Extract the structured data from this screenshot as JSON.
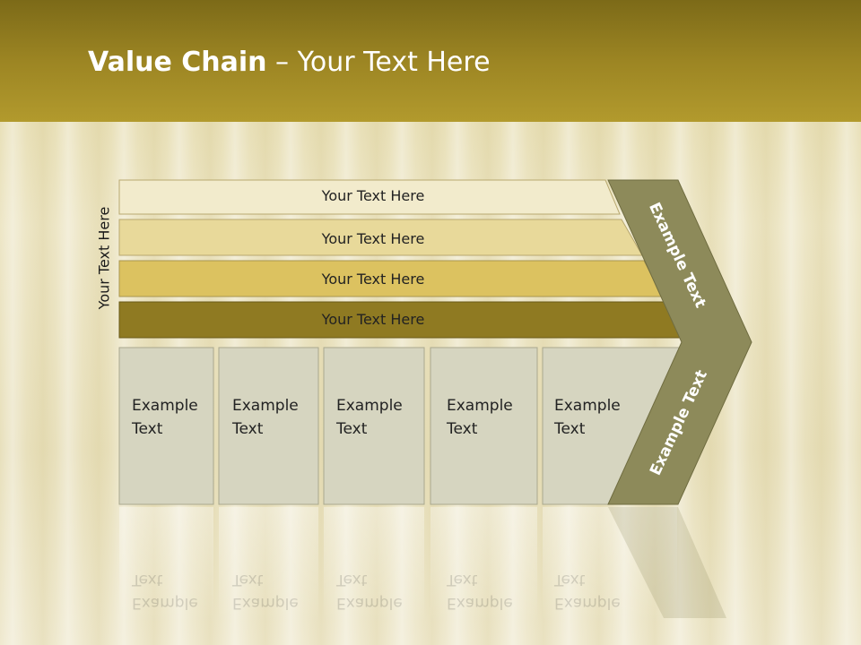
{
  "slide": {
    "title_bold": "Value Chain",
    "title_rest": " – Your Text Here",
    "side_label": "Your Text Here"
  },
  "bars": [
    {
      "label": "Your Text Here",
      "color": "#f2ebcc"
    },
    {
      "label": "Your Text Here",
      "color": "#e8d99a"
    },
    {
      "label": "Your Text Here",
      "color": "#dcc260"
    },
    {
      "label": "Your Text Here",
      "color": "#8f7a22"
    }
  ],
  "boxes": [
    {
      "line1": "Example",
      "line2": "Text"
    },
    {
      "line1": "Example",
      "line2": "Text"
    },
    {
      "line1": "Example",
      "line2": "Text"
    },
    {
      "line1": "Example",
      "line2": "Text"
    },
    {
      "line1": "Example",
      "line2": "Text"
    }
  ],
  "chevron": {
    "upper_label": "Example Text",
    "lower_label": "Example Text",
    "color": "#8d8a5a"
  },
  "colors": {
    "header": "#9c8523",
    "box_fill": "#d6d5c0"
  }
}
